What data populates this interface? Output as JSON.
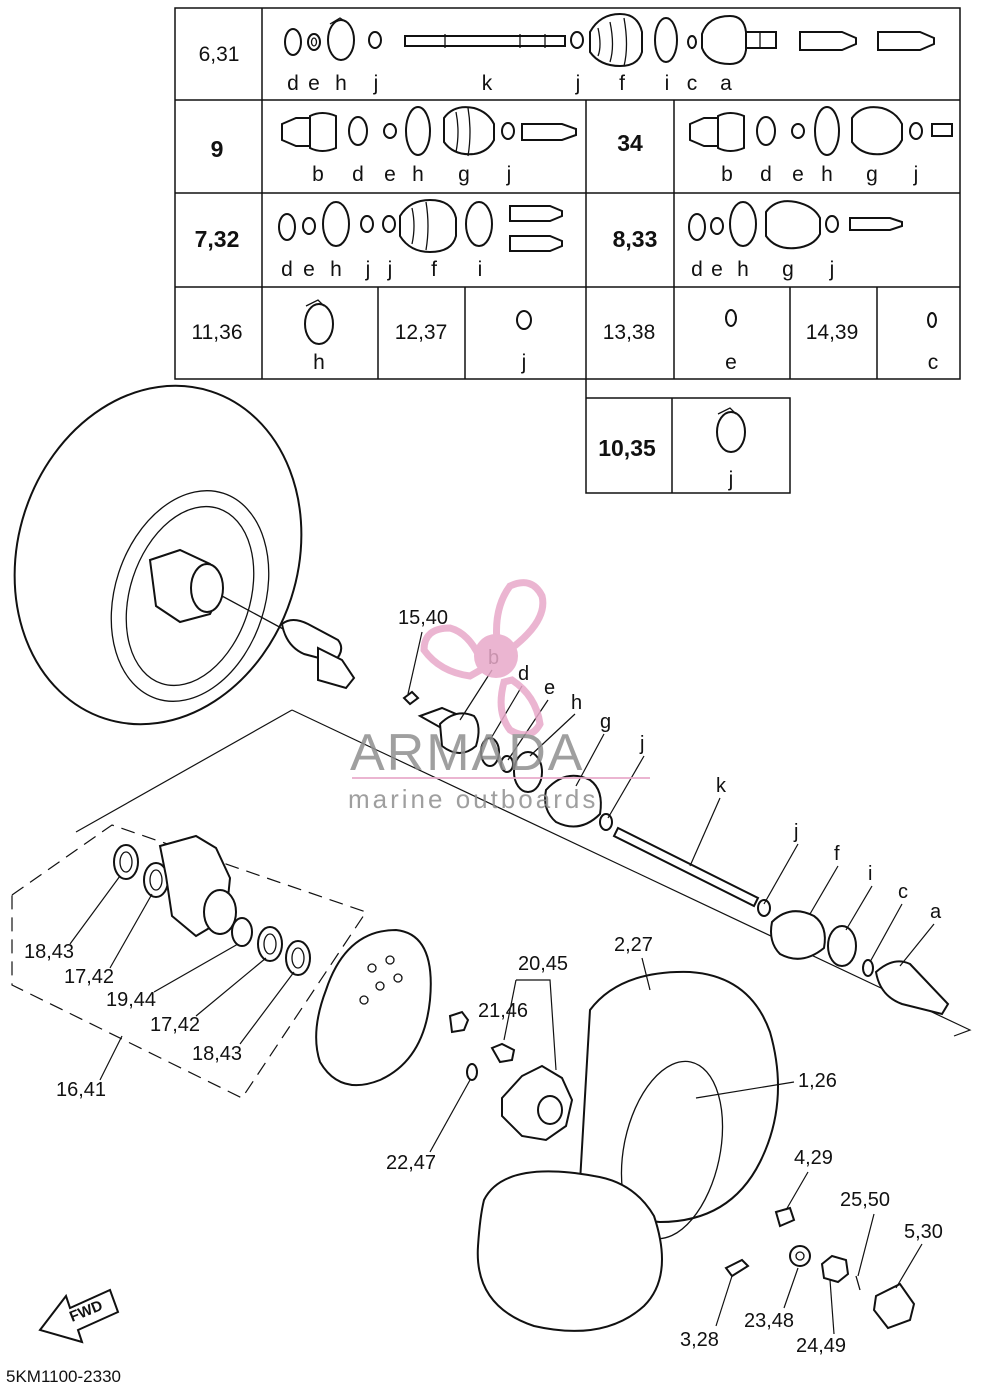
{
  "table": {
    "row1": {
      "ref": "6,31",
      "letters": [
        "d",
        "e",
        "h",
        "j",
        "k",
        "j",
        "f",
        "i",
        "c",
        "a"
      ]
    },
    "row2": {
      "left_ref": "9",
      "left_letters": [
        "b",
        "d",
        "e",
        "h",
        "g",
        "j"
      ],
      "right_ref": "34",
      "right_letters": [
        "b",
        "d",
        "e",
        "h",
        "g",
        "j"
      ]
    },
    "row3": {
      "left_ref": "7,32",
      "left_letters": [
        "d",
        "e",
        "h",
        "j",
        "j",
        "f",
        "i"
      ],
      "right_ref": "8,33",
      "right_letters": [
        "d",
        "e",
        "h",
        "g",
        "j"
      ]
    },
    "row4": [
      {
        "ref": "11,36",
        "letter": "h"
      },
      {
        "ref": "12,37",
        "letter": "j"
      },
      {
        "ref": "13,38",
        "letter": "e"
      },
      {
        "ref": "14,39",
        "letter": "c"
      }
    ],
    "row5": {
      "ref": "10,35",
      "letter": "j"
    }
  },
  "callouts": {
    "shaft": [
      "b",
      "d",
      "e",
      "h",
      "g",
      "j",
      "k",
      "j",
      "f",
      "i",
      "c",
      "a"
    ],
    "parts": [
      "15,40",
      "18,43",
      "17,42",
      "19,44",
      "17,42",
      "18,43",
      "16,41",
      "2,27",
      "20,45",
      "21,46",
      "1,26",
      "22,47",
      "4,29",
      "25,50",
      "5,30",
      "23,48",
      "24,49",
      "3,28"
    ]
  },
  "watermark": {
    "brand": "ARMADA",
    "tagline": "marine outboards",
    "accent_color": "#e8a9c9",
    "text_color": "#8f8f8f"
  },
  "fwd_label": "FWD",
  "diagram_code": "5KM1100-2330"
}
